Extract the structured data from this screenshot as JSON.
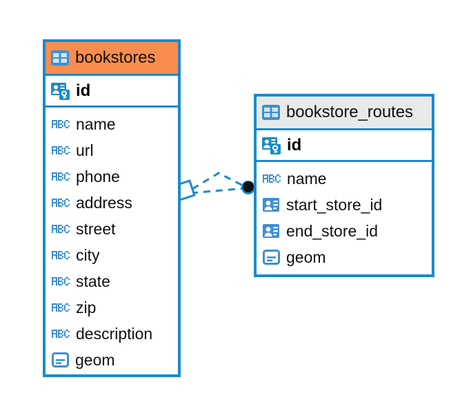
{
  "diagram": {
    "type": "entity-relationship-diagram",
    "background_color": "#ffffff",
    "accent_color": "#1A8ACB",
    "highlight_color": "#F98C4F",
    "neutral_header_color": "#E9E9E9"
  },
  "entities": [
    {
      "name": "bookstores",
      "header_style": "orange",
      "table_icon": "table-icon",
      "primary_key": {
        "label": "id",
        "icon": "primary-key-icon"
      },
      "fields": [
        {
          "label": "name",
          "icon": "abc-text-icon"
        },
        {
          "label": "url",
          "icon": "abc-text-icon"
        },
        {
          "label": "phone",
          "icon": "abc-text-icon"
        },
        {
          "label": "address",
          "icon": "abc-text-icon"
        },
        {
          "label": "street",
          "icon": "abc-text-icon"
        },
        {
          "label": "city",
          "icon": "abc-text-icon"
        },
        {
          "label": "state",
          "icon": "abc-text-icon"
        },
        {
          "label": "zip",
          "icon": "abc-text-icon"
        },
        {
          "label": "description",
          "icon": "abc-text-icon"
        },
        {
          "label": "geom",
          "icon": "geometry-icon"
        }
      ]
    },
    {
      "name": "bookstore_routes",
      "header_style": "grey",
      "table_icon": "table-icon",
      "primary_key": {
        "label": "id",
        "icon": "primary-key-icon"
      },
      "fields": [
        {
          "label": "name",
          "icon": "abc-text-icon"
        },
        {
          "label": "start_store_id",
          "icon": "foreign-key-icon"
        },
        {
          "label": "end_store_id",
          "icon": "foreign-key-icon"
        },
        {
          "label": "geom",
          "icon": "geometry-icon"
        }
      ]
    }
  ],
  "relationship": {
    "style": "dashed",
    "color": "#1A8ACB",
    "source_endpoint": "diamond-marker",
    "target_endpoint": "circle-marker",
    "source_entity": "bookstores",
    "target_entity": "bookstore_routes",
    "branches": 2
  }
}
